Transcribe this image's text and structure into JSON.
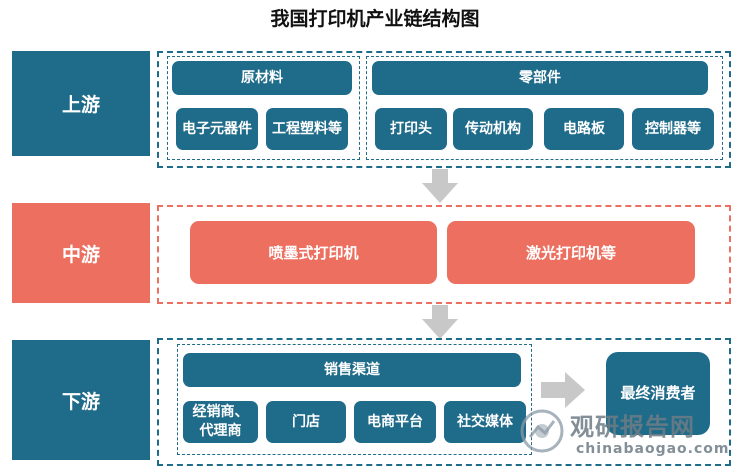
{
  "title": "我国打印机产业链结构图",
  "upstream": {
    "label": "上游",
    "raw_materials": {
      "header": "原材料",
      "items": [
        "电子元器件",
        "工程塑料等"
      ]
    },
    "parts": {
      "header": "零部件",
      "items": [
        "打印头",
        "传动机构",
        "电路板",
        "控制器等"
      ]
    }
  },
  "midstream": {
    "label": "中游",
    "items": [
      "喷墨式打印机",
      "激光打印机等"
    ]
  },
  "downstream": {
    "label": "下游",
    "channels": {
      "header": "销售渠道",
      "items": [
        "经销商、代理商",
        "门店",
        "电商平台",
        "社交媒体"
      ]
    },
    "consumer": "最终消费者"
  },
  "watermark": {
    "name": "观研报告网",
    "url": "chinabaogao.com"
  },
  "colors": {
    "blue": "#1f6b8a",
    "red": "#ec6f60",
    "arrow": "#c8c8c8"
  }
}
